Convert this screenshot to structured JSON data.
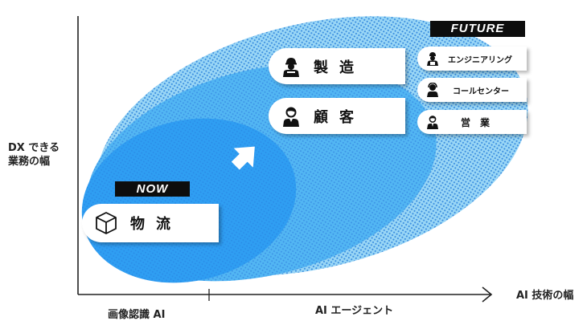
{
  "diagram": {
    "title": "",
    "y_axis_label": [
      "DX できる",
      "業務の幅"
    ],
    "x_axis_label": "AI 技術の幅",
    "x_axis_segments": [
      {
        "label": "画像認識 AI"
      },
      {
        "label": "AI エージェント"
      }
    ],
    "badges": {
      "now": "NOW",
      "future": "FUTURE"
    },
    "now_items": [
      {
        "icon": "box-icon",
        "label": "物流"
      }
    ],
    "mid_items": [
      {
        "icon": "worker-helmet-icon",
        "label": "製造"
      },
      {
        "icon": "person-icon",
        "label": "顧客"
      }
    ],
    "future_items": [
      {
        "icon": "engineer-icon",
        "label": "エンジニアリング"
      },
      {
        "icon": "headset-operator-icon",
        "label": "コールセンター"
      },
      {
        "icon": "businessman-icon",
        "label": "営業"
      }
    ],
    "colors": {
      "outer_ellipse": "#8fd3f4",
      "outer_dots": "#3a8de0",
      "mid_ellipse": "#4db3f2",
      "inner_ellipse": "#2b9af0",
      "badge_bg": "#0d0d0d",
      "axis": "#222222"
    }
  }
}
